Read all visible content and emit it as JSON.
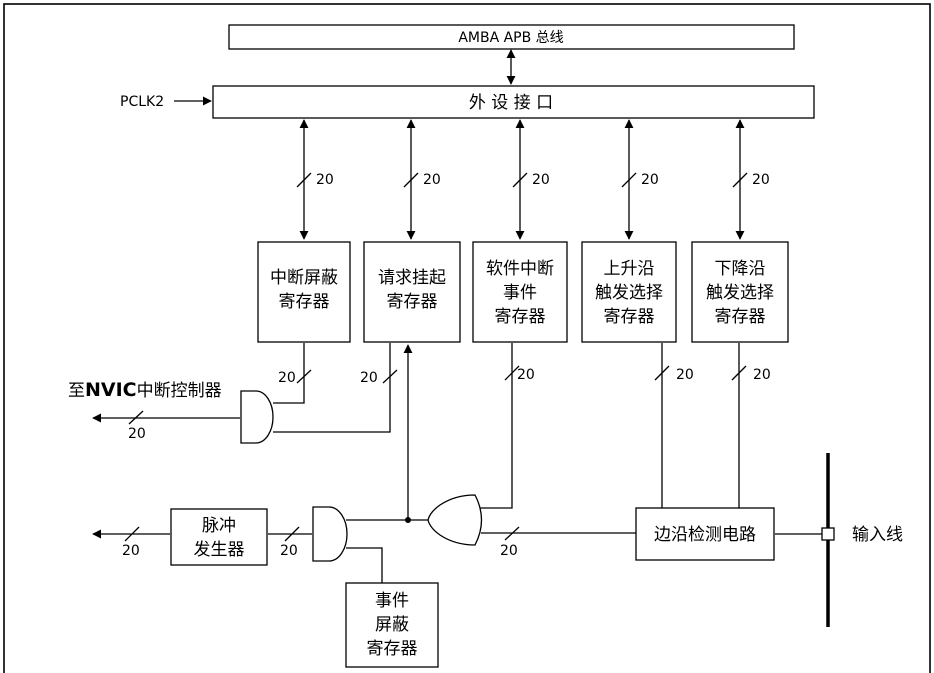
{
  "bus": {
    "label": "AMBA APB 总线"
  },
  "interface": {
    "label": "外 设 接 口",
    "clock": "PCLK2"
  },
  "registers": {
    "int_mask": [
      "中断屏蔽",
      "寄存器"
    ],
    "pending": [
      "请求挂起",
      "寄存器"
    ],
    "sw_int": [
      "软件中断",
      "事件",
      "寄存器"
    ],
    "rising": [
      "上升沿",
      "触发选择",
      "寄存器"
    ],
    "falling": [
      "下降沿",
      "触发选择",
      "寄存器"
    ],
    "pulse": [
      "脉冲",
      "发生器"
    ],
    "event_mask": [
      "事件",
      "屏蔽",
      "寄存器"
    ],
    "edge_detect": "边沿检测电路"
  },
  "labels": {
    "to_nvic_prefix": "至",
    "to_nvic_bold": "NVIC",
    "to_nvic_suffix": "中断控制器",
    "input_line": "输入线",
    "bus_width": "20"
  },
  "colors": {
    "line": "#000000",
    "background": "#ffffff"
  }
}
